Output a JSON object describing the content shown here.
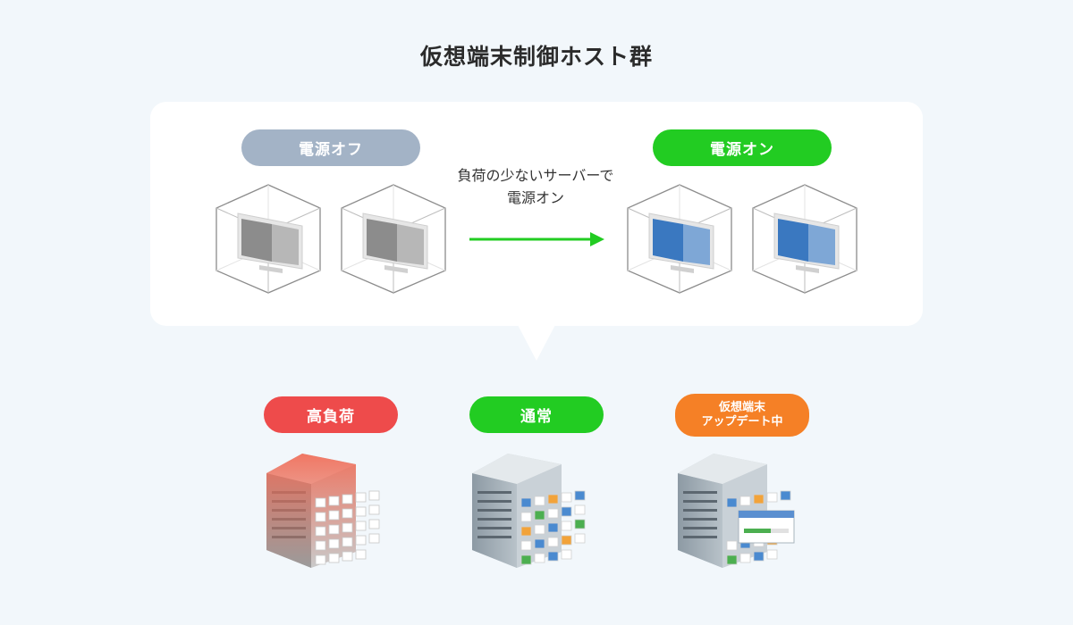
{
  "title": "仮想端末制御ホスト群",
  "power": {
    "off_label": "電源オフ",
    "on_label": "電源オン",
    "caption_line1": "負荷の少ないサーバーで",
    "caption_line2": "電源オン"
  },
  "hosts": [
    {
      "label": "高負荷",
      "status_color": "#ee4b4b"
    },
    {
      "label": "通常",
      "status_color": "#22cc22"
    },
    {
      "label_line1": "仮想端末",
      "label_line2": "アップデート中",
      "status_color": "#f58026"
    }
  ],
  "colors": {
    "off_pill": "#a3b3c6",
    "on_pill": "#22cc22",
    "arrow": "#22cc22",
    "screen_off": "#999999",
    "screen_on": "#3a78c0"
  },
  "icons": [
    "monitor-off-icon",
    "monitor-on-icon",
    "server-icon",
    "arrow-right-icon"
  ]
}
